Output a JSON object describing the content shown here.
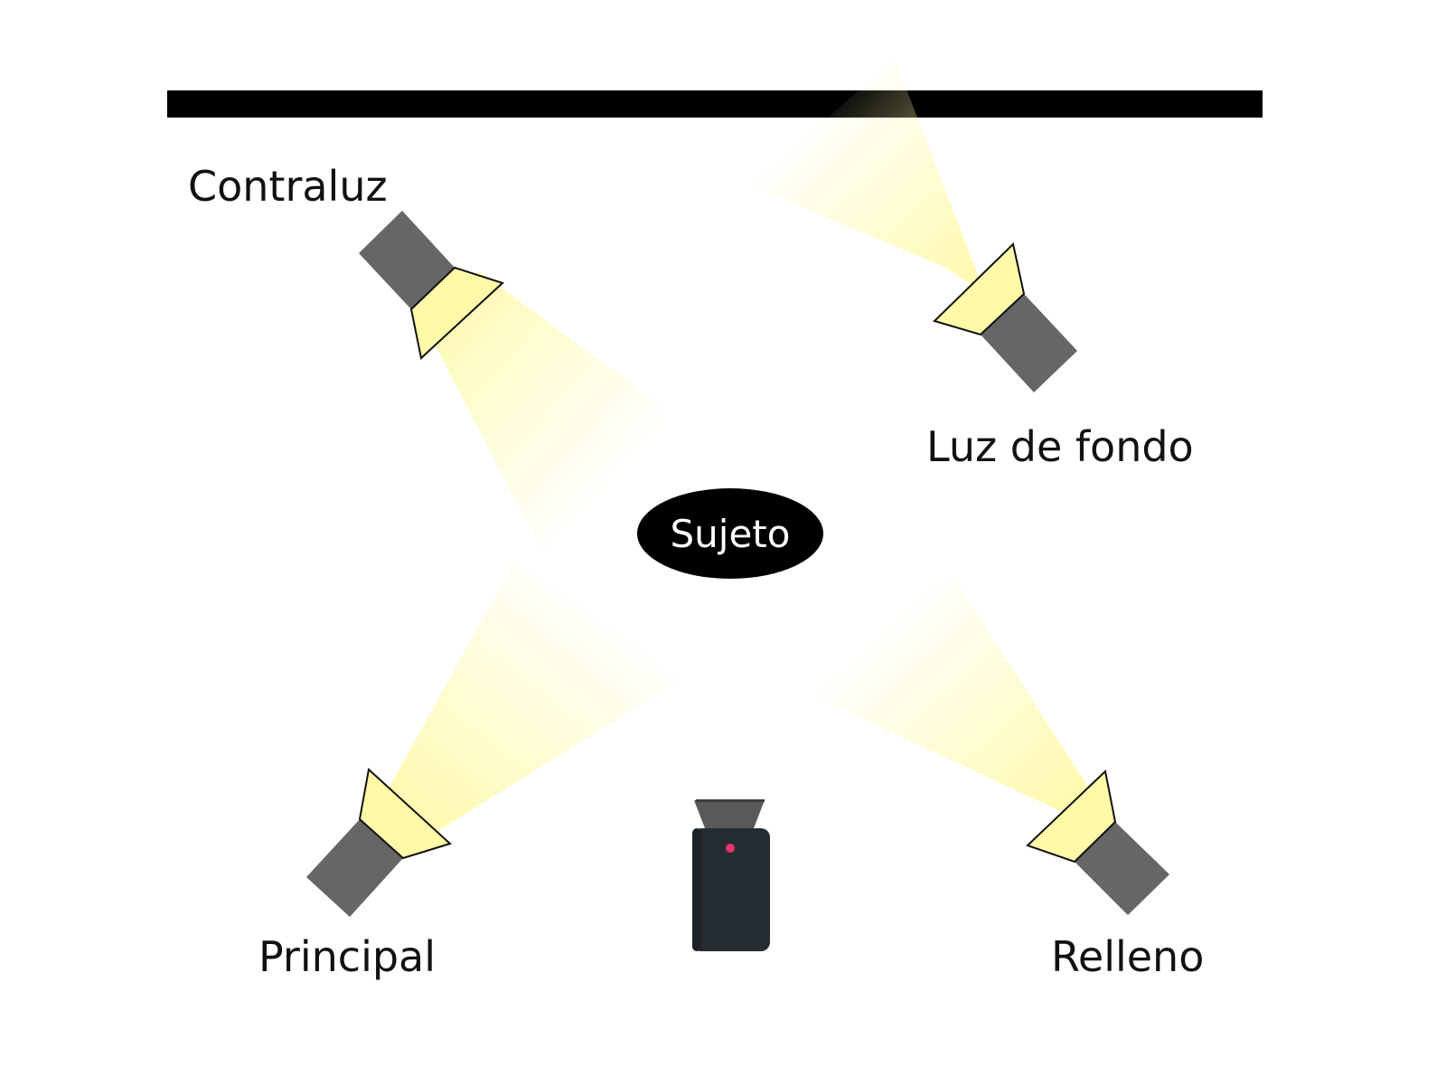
{
  "labels": {
    "backlight": "Contraluz",
    "background_light": "Luz de fondo",
    "subject": "Sujeto",
    "key_light": "Principal",
    "fill_light": "Relleno"
  },
  "colors": {
    "backdrop": "#000000",
    "light_body": "#666666",
    "light_beam": "#fff9a8",
    "subject_fill": "#000000",
    "camera_body": "#252c31",
    "camera_hood": "#595959",
    "camera_led": "#e8336b"
  },
  "icons": {
    "light": "spotlight-icon",
    "camera": "camera-icon"
  }
}
